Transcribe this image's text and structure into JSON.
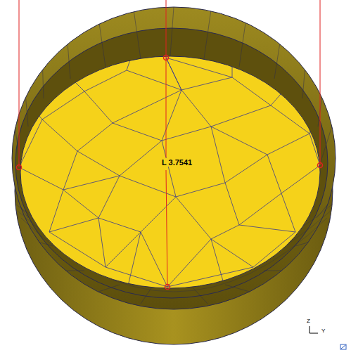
{
  "diagram": {
    "labels": [
      "L 3.7541",
      "Z",
      "Y"
    ]
  }
}
